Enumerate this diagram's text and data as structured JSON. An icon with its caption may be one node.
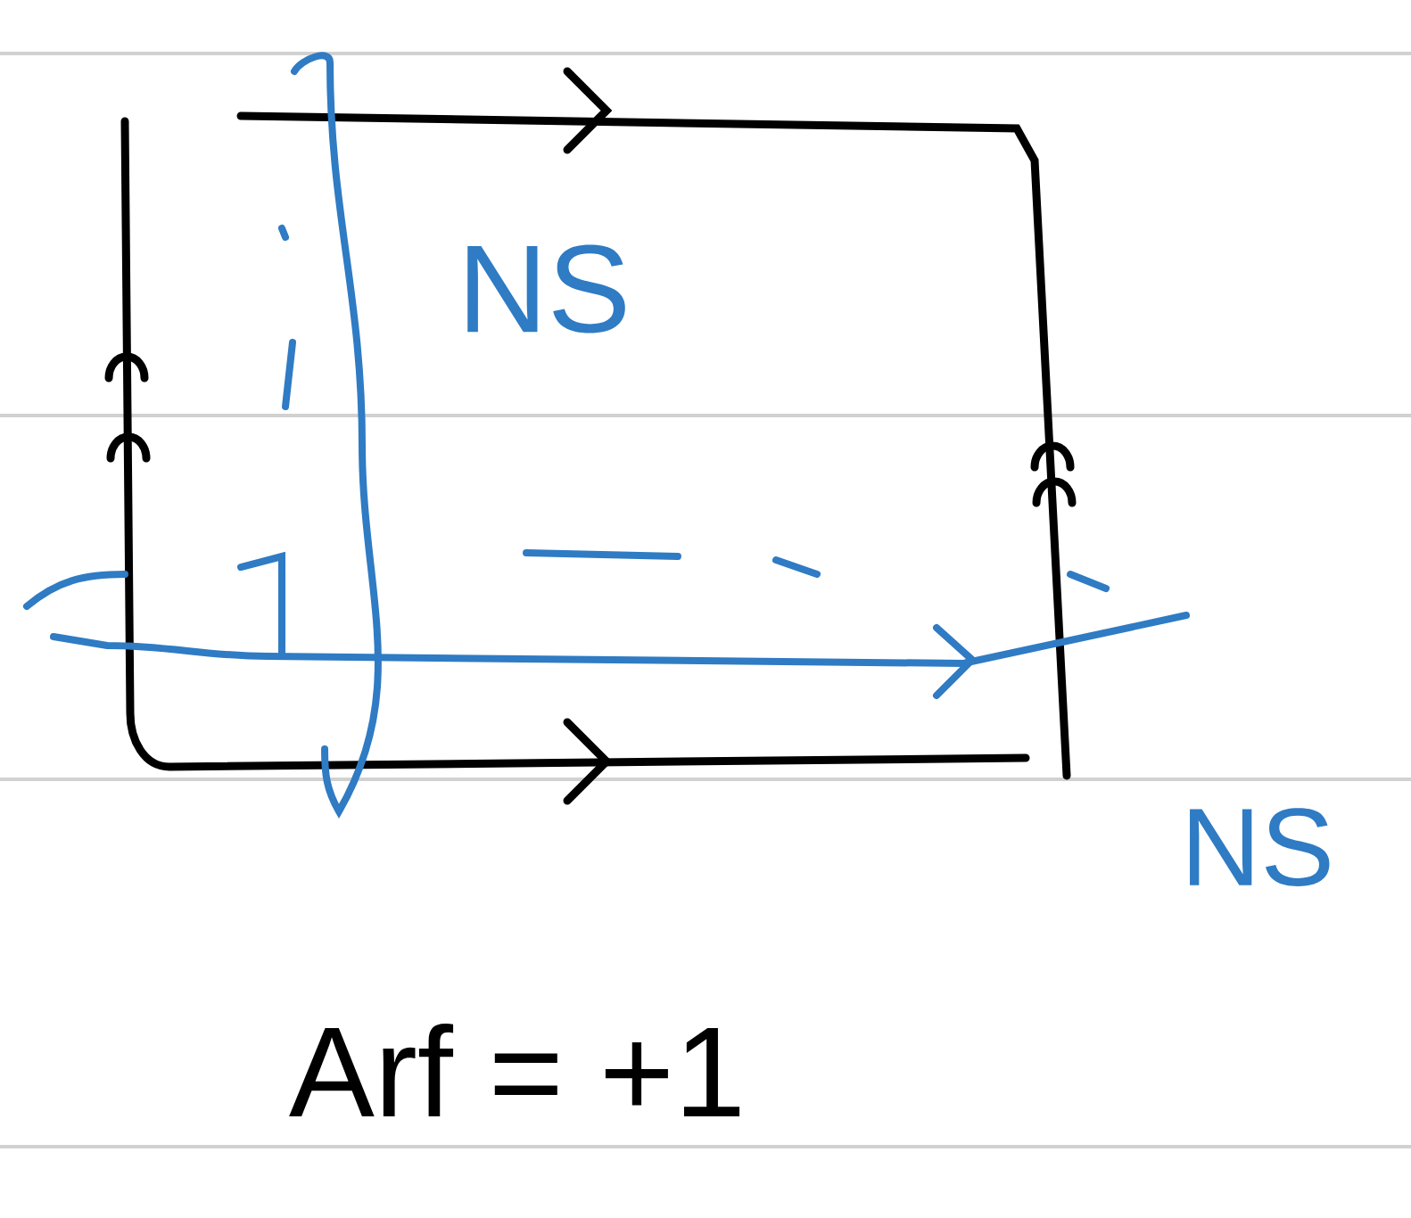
{
  "diagram": {
    "labels": [
      "NS",
      "NS",
      "Arf = +1"
    ]
  }
}
